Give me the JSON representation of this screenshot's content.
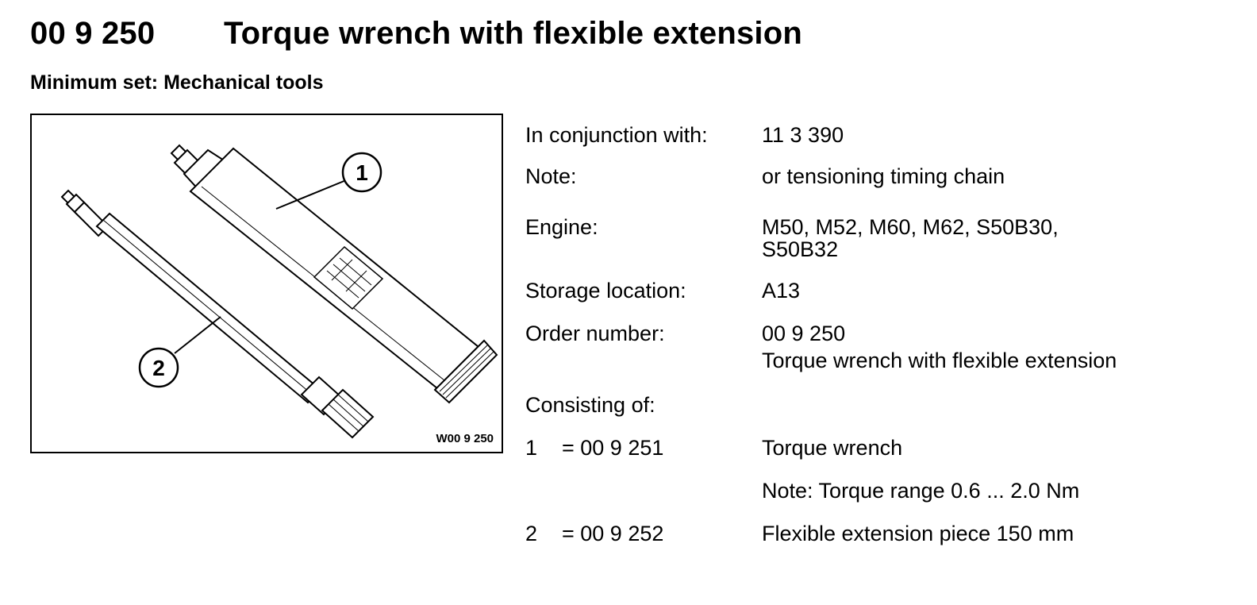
{
  "header": {
    "number": "00 9 250",
    "title": "Torque wrench with flexible extension",
    "subtitle": "Minimum set: Mechanical tools"
  },
  "figure": {
    "code": "W00 9 250",
    "callout_1": "1",
    "callout_2": "2"
  },
  "info": {
    "conjunction_label": "In conjunction with:",
    "conjunction_value": "11 3 390",
    "note_label": "Note:",
    "note_value": "or tensioning timing chain",
    "engine_label": "Engine:",
    "engine_value_line1": "M50, M52, M60, M62, S50B30,",
    "engine_value_line2": "S50B32",
    "storage_label": "Storage location:",
    "storage_value": "A13",
    "order_label": "Order number:",
    "order_value_line1": "00 9 250",
    "order_value_line2": "Torque wrench with flexible extension",
    "consisting_label": "Consisting of:"
  },
  "parts": [
    {
      "pos": "1",
      "number": "= 00 9 251",
      "name": "Torque wrench",
      "note": "Note: Torque range 0.6 ... 2.0 Nm"
    },
    {
      "pos": "2",
      "number": "= 00 9 252",
      "name": "Flexible extension piece 150 mm"
    }
  ]
}
